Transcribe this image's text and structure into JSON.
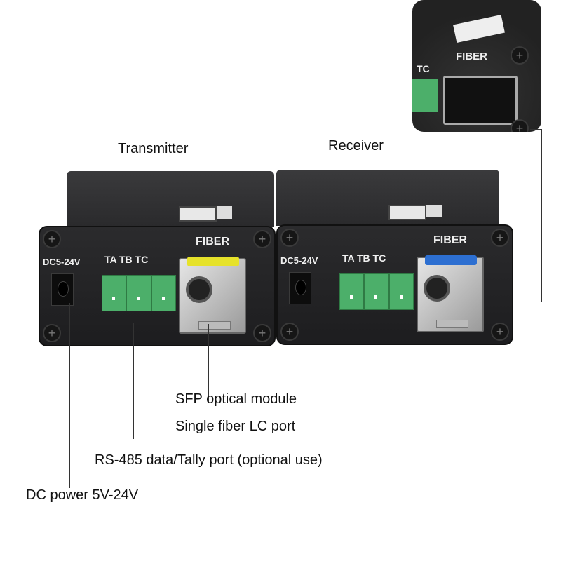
{
  "headings": {
    "transmitter": "Transmitter",
    "receiver": "Receiver"
  },
  "device_labels": {
    "power": "DC5-24V",
    "terminals": "TA TB TC",
    "fiber": "FIBER"
  },
  "inset": {
    "fiber": "FIBER",
    "terminal_partial": "TC"
  },
  "callouts": {
    "sfp": "SFP optical module",
    "lc": "Single fiber LC port",
    "rs485": "RS-485 data/Tally port (optional use)",
    "dc": "DC power 5V-24V"
  },
  "colors": {
    "transmitter_tab": "#e6e22a",
    "receiver_tab": "#2d6fd1",
    "terminal_green": "#4caf6a"
  }
}
